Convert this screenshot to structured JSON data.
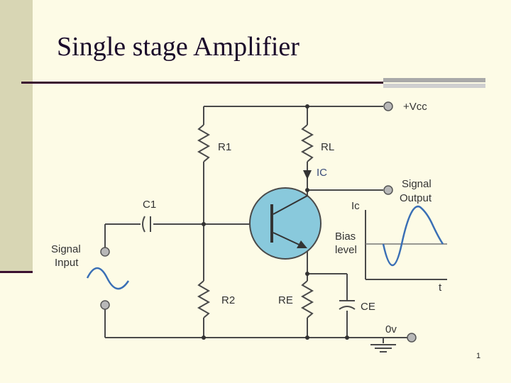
{
  "slide": {
    "title": "Single stage Amplifier",
    "page_number": "1"
  },
  "circuit": {
    "labels": {
      "vcc": "+Vcc",
      "r1": "R1",
      "rl": "RL",
      "ic_arrow": "IC",
      "signal_output": [
        "Signal",
        "Output"
      ],
      "ic_axis": "Ic",
      "c1": "C1",
      "signal_input": [
        "Signal",
        "Input"
      ],
      "bias_level": [
        "Bias",
        "level"
      ],
      "time_axis": "t",
      "r2": "R2",
      "re": "RE",
      "ce": "CE",
      "ground": "0v"
    },
    "colors": {
      "transistor_fill": "#89c9dc",
      "waveform": "#3a6fb5",
      "wire": "#4a4a4a"
    }
  }
}
